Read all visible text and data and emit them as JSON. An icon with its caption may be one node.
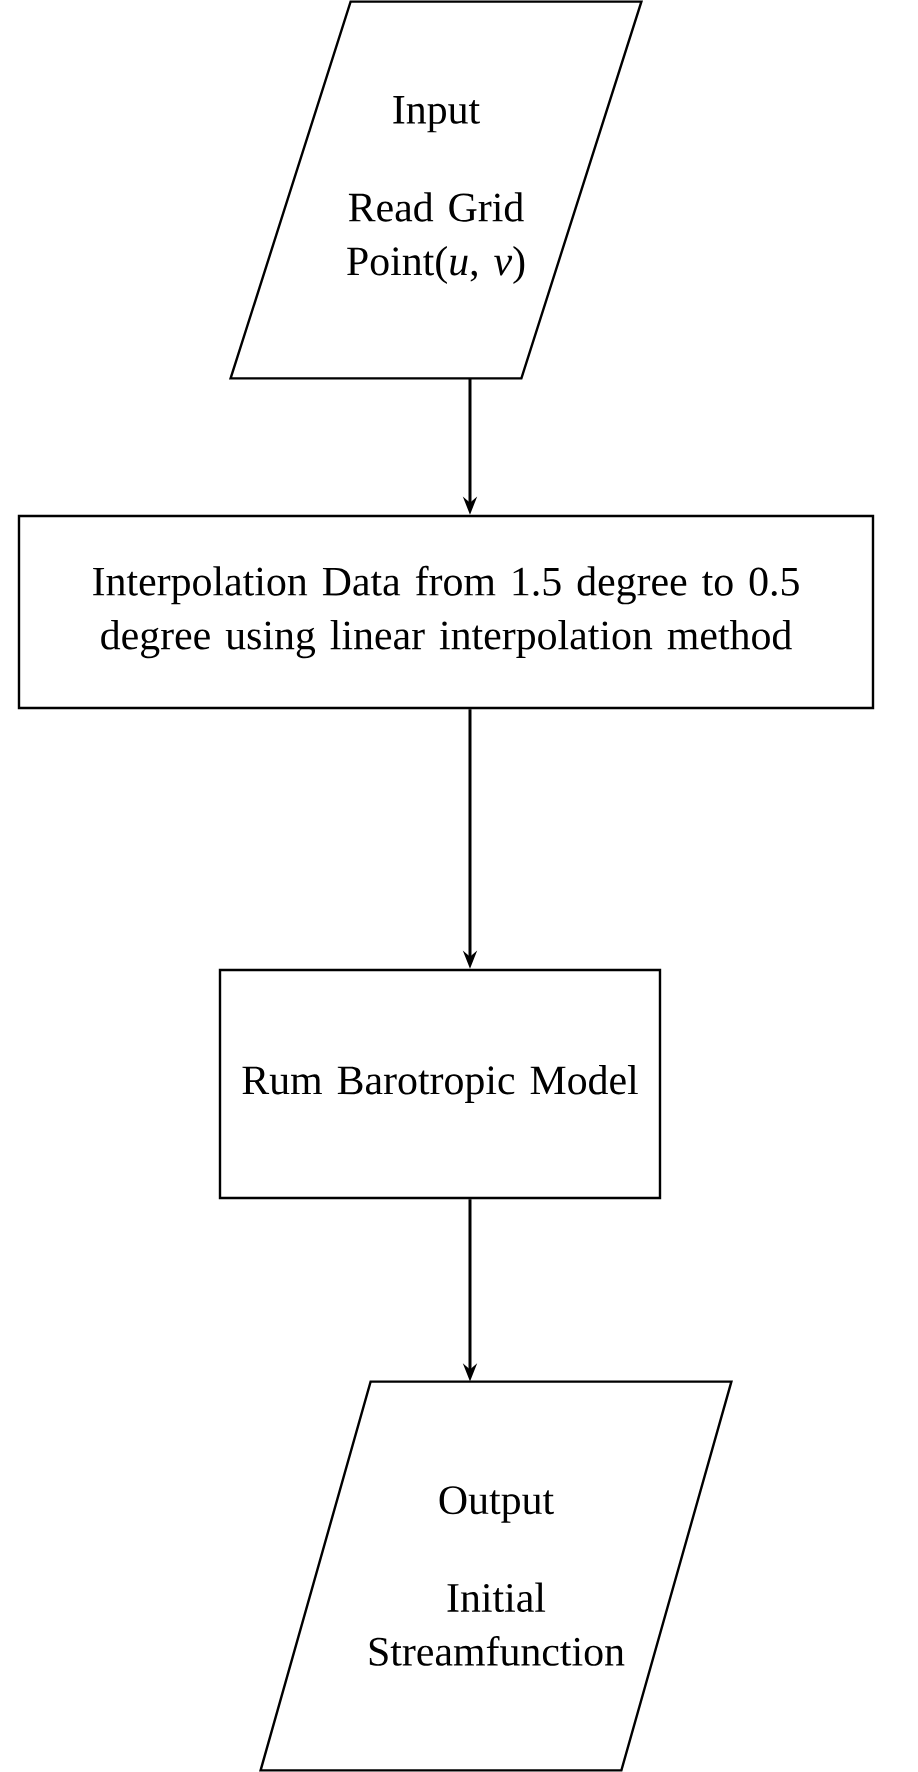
{
  "diagram": {
    "nodes": [
      {
        "text": [
          "Input",
          "Read Grid Point(*u*, *v*)"
        ]
      },
      {
        "text": [
          "Interpolation Data from 1.5 degree to 0.5 degree using linear interpolation method"
        ]
      },
      {
        "text": [
          "Rum Barotropic Model"
        ]
      },
      {
        "text": [
          "Output",
          "Initial Streamfunction"
        ]
      }
    ],
    "edges": [
      {
        "from": 0,
        "to": 1,
        "arrow": "to"
      },
      {
        "from": 1,
        "to": 2,
        "arrow": "to"
      },
      {
        "from": 2,
        "to": 3,
        "arrow": "to"
      }
    ]
  }
}
